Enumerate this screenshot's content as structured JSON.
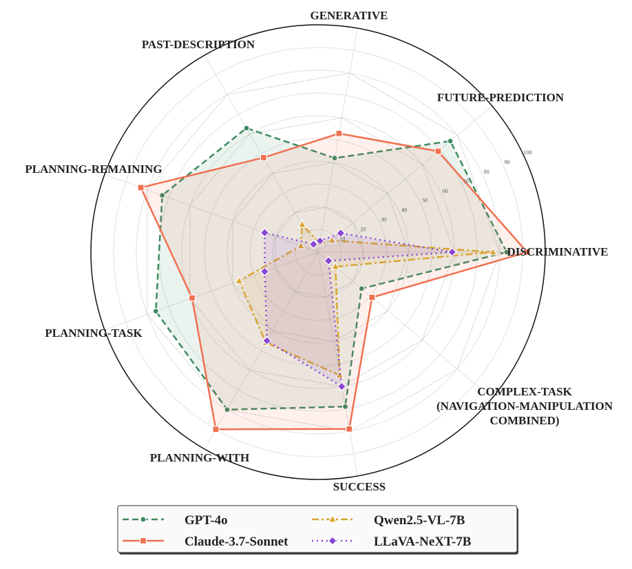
{
  "chart_data": {
    "type": "radar",
    "title": "",
    "categories": [
      "DISCRIMINATIVE",
      "FUTURE-PREDICTION",
      "GENERATIVE",
      "PAST-DESCRIPTION",
      "PLANNING-REMAINING",
      "PLANNING-TASK",
      "PLANNING-WITH",
      "SUCCESS",
      "COMPLEX-TASK\n(NAVIGATION-MANIPULATION\nCOMBINED)"
    ],
    "rlim": [
      0,
      100
    ],
    "radial_ticks": [
      10,
      20,
      30,
      40,
      50,
      60,
      70,
      80,
      90,
      100
    ],
    "grid": true,
    "legend_placement": "bottom",
    "series": [
      {
        "name": "GPT-4o",
        "color": "#3d8a5e",
        "linestyle": "dashed",
        "marker": "circle",
        "values": [
          83,
          76,
          42,
          63,
          73,
          76,
          80,
          69,
          25
        ]
      },
      {
        "name": "Claude-3.7-Sonnet",
        "color": "#f07050",
        "linestyle": "solid",
        "marker": "square",
        "values": [
          92,
          69,
          53,
          48,
          83,
          59,
          90,
          79,
          31
        ]
      },
      {
        "name": "Qwen2.5-VL-7B",
        "color": "#d9a531",
        "linestyle": "dashdot",
        "marker": "triangle",
        "values": [
          77,
          8,
          4,
          14,
          8,
          37,
          46,
          55,
          10
        ]
      },
      {
        "name": "LLaVA-NeXT-7B",
        "color": "#8a46d0",
        "linestyle": "dotted",
        "marker": "diamond",
        "values": [
          59,
          13,
          5,
          4,
          25,
          25,
          45,
          60,
          6
        ]
      }
    ]
  }
}
